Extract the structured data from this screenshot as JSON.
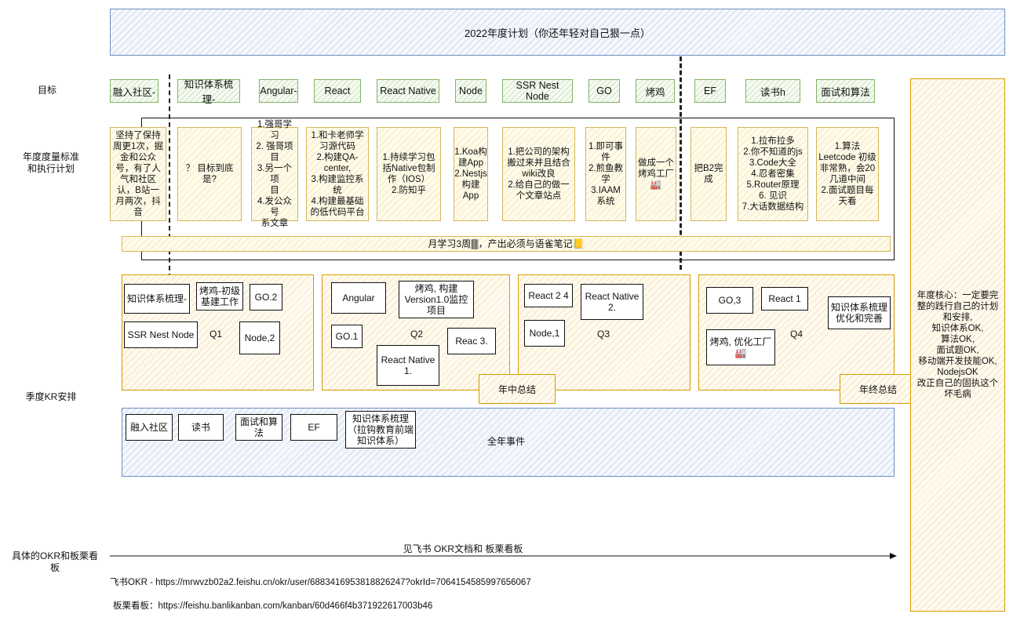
{
  "title": "2022年度计划（你还年轻对自己狠一点）",
  "row_labels": {
    "goals": "目标",
    "annual": "年度度量标准\n和执行计划",
    "quarterly": "季度KR安排",
    "okr": "具体的OKR和板栗看\n板"
  },
  "goals": [
    "融入社区-",
    "知识体系梳理-",
    "Angular-",
    "React",
    "React Native",
    "Node",
    "SSR Nest Node",
    "GO",
    "烤鸡",
    "EF",
    "读书h",
    "面试和算法"
  ],
  "annual_plans": [
    "坚持了保持\n周更1次，掘\n金和公众\n号，有了人\n气和社区\n认，B站一\n月两次，抖\n音",
    "？ 目标到底\n是?",
    "1.强哥学\n习\n2. 强哥项\n目\n3.另一个项\n目\n4.发公众号\n系文章",
    "1.和卡老师学\n习源代码\n2.构建QA-\ncenter,\n3.构建监控系\n统\n4.构建最基础\n的低代码平台",
    "1.持续学习包\n括Native包制\n作（IOS）\n2.防知乎",
    "1.Koa构\n建App\n2.Nestjs\n构建\nApp",
    "1.把公司的架构\n搬过来并且结合\nwiki改良\n2.给自己的做一\n个文章站点",
    "1.即可事\n件\n2.煎鱼教\n学\n3.IAAM\n系统",
    "做成一个\n烤鸡工厂\n🏭",
    "把B2完\n成",
    "1.拉布拉多\n2.你不知道的js\n3.Code大全\n4.忍者密集\n5.Router原理\n6. 见识\n7.大话数据结构",
    "1.算法\nLeetcode 初级\n非常熟，会20\n几道中间\n2.面试题目每\n天看"
  ],
  "monthly_note": "月学习3周🀫，产出必须与语雀笔记📒",
  "quarters": {
    "q1": {
      "label": "Q1",
      "items": [
        "知识体系梳理-",
        "烤鸡-初级\n基建工作",
        "GO.2",
        "SSR Nest Node",
        "Node,2"
      ]
    },
    "q2": {
      "label": "Q2",
      "items": [
        "Angular",
        "烤鸡, 构建\nVersion1.0监控\n项目",
        "GO.1",
        "Reac 3.",
        "React Native\n1."
      ]
    },
    "q3": {
      "label": "Q3",
      "items": [
        "React 2 4",
        "React Native\n2.",
        "Node,1"
      ]
    },
    "q4": {
      "label": "Q4",
      "items": [
        "GO,3",
        "React 1",
        "知识体系梳理\n优化和完善",
        "烤鸡, 优化工厂\n🏭"
      ]
    }
  },
  "midyear": "年中总结",
  "yearend": "年终总结",
  "yearlong": {
    "label": "全年事件",
    "items": [
      "融入社区",
      "读书",
      "面试和算\n法",
      "EF",
      "知识体系梳理\n（拉钩教育前端\n知识体系）"
    ]
  },
  "core": "年度核心：一定要完\n整的践行自己的计划\n和安排,\n知识体系OK,\n算法OK,\n面试题OK,\n移动端开发技能OK,\nNodejsOK\n改正自己的固执这个\n坏毛病",
  "arrow_label": "见飞书 OKR文档和  板栗看板",
  "links": {
    "feishu": "飞书OKR - https://mrwvzb02a2.feishu.cn/okr/user/6883416953818826247?okrId=7064154585997656067",
    "banli": "板栗看板：https://feishu.banlikanban.com/kanban/60d466f4b371922617003b46"
  },
  "colors": {
    "blue_border": "#6c8ebf",
    "orange_border": "#d79b00",
    "green_border": "#82b366",
    "yellow_border": "#d6b656"
  }
}
